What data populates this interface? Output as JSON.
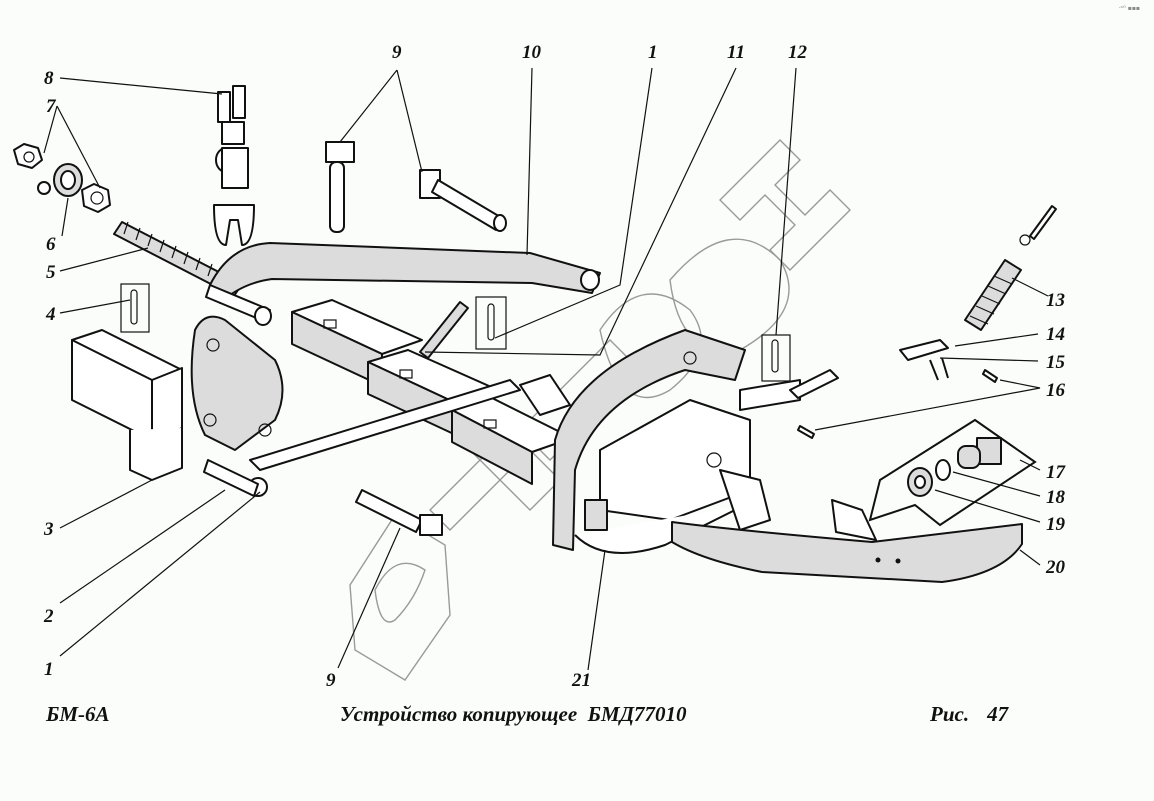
{
  "document": {
    "model": "БМ-6А",
    "title": "Устройство копирующее  БМД77010",
    "figure_label": "Рис.",
    "figure_number": "47",
    "watermark": "ВИЗОН",
    "corner_mark": "·ᵒᴼ ▪▪▪"
  },
  "callouts": [
    {
      "id": "c8",
      "text": "8"
    },
    {
      "id": "c7",
      "text": "7"
    },
    {
      "id": "c6",
      "text": "6"
    },
    {
      "id": "c5",
      "text": "5"
    },
    {
      "id": "c4",
      "text": "4"
    },
    {
      "id": "c3",
      "text": "3"
    },
    {
      "id": "c2",
      "text": "2"
    },
    {
      "id": "c1b",
      "text": "1"
    },
    {
      "id": "c9a",
      "text": "9"
    },
    {
      "id": "c10",
      "text": "10"
    },
    {
      "id": "c1a",
      "text": "1"
    },
    {
      "id": "c11",
      "text": "11"
    },
    {
      "id": "c12",
      "text": "12"
    },
    {
      "id": "c13",
      "text": "13"
    },
    {
      "id": "c14",
      "text": "14"
    },
    {
      "id": "c15",
      "text": "15"
    },
    {
      "id": "c16",
      "text": "16"
    },
    {
      "id": "c17",
      "text": "17"
    },
    {
      "id": "c18",
      "text": "18"
    },
    {
      "id": "c19",
      "text": "19"
    },
    {
      "id": "c20",
      "text": "20"
    },
    {
      "id": "c9b",
      "text": "9"
    },
    {
      "id": "c21",
      "text": "21"
    }
  ]
}
